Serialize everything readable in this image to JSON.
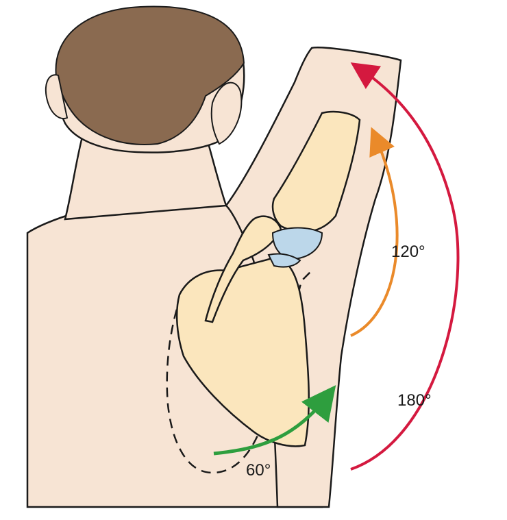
{
  "colors": {
    "skin": "#f7e4d4",
    "hair": "#8a6a50",
    "bone": "#fbe6bd",
    "cartilage": "#bcd7ea",
    "outline": "#1a1a1a",
    "arrow_60": "#2e9e3e",
    "arrow_120": "#ea8a2a",
    "arrow_180": "#d4193f"
  },
  "labels": {
    "angle_60": "60°",
    "angle_120": "120°",
    "angle_180": "180°"
  },
  "icons": {
    "arrow_60": "curved-arrow-icon",
    "arrow_120": "curved-arrow-icon",
    "arrow_180": "curved-arrow-icon"
  }
}
